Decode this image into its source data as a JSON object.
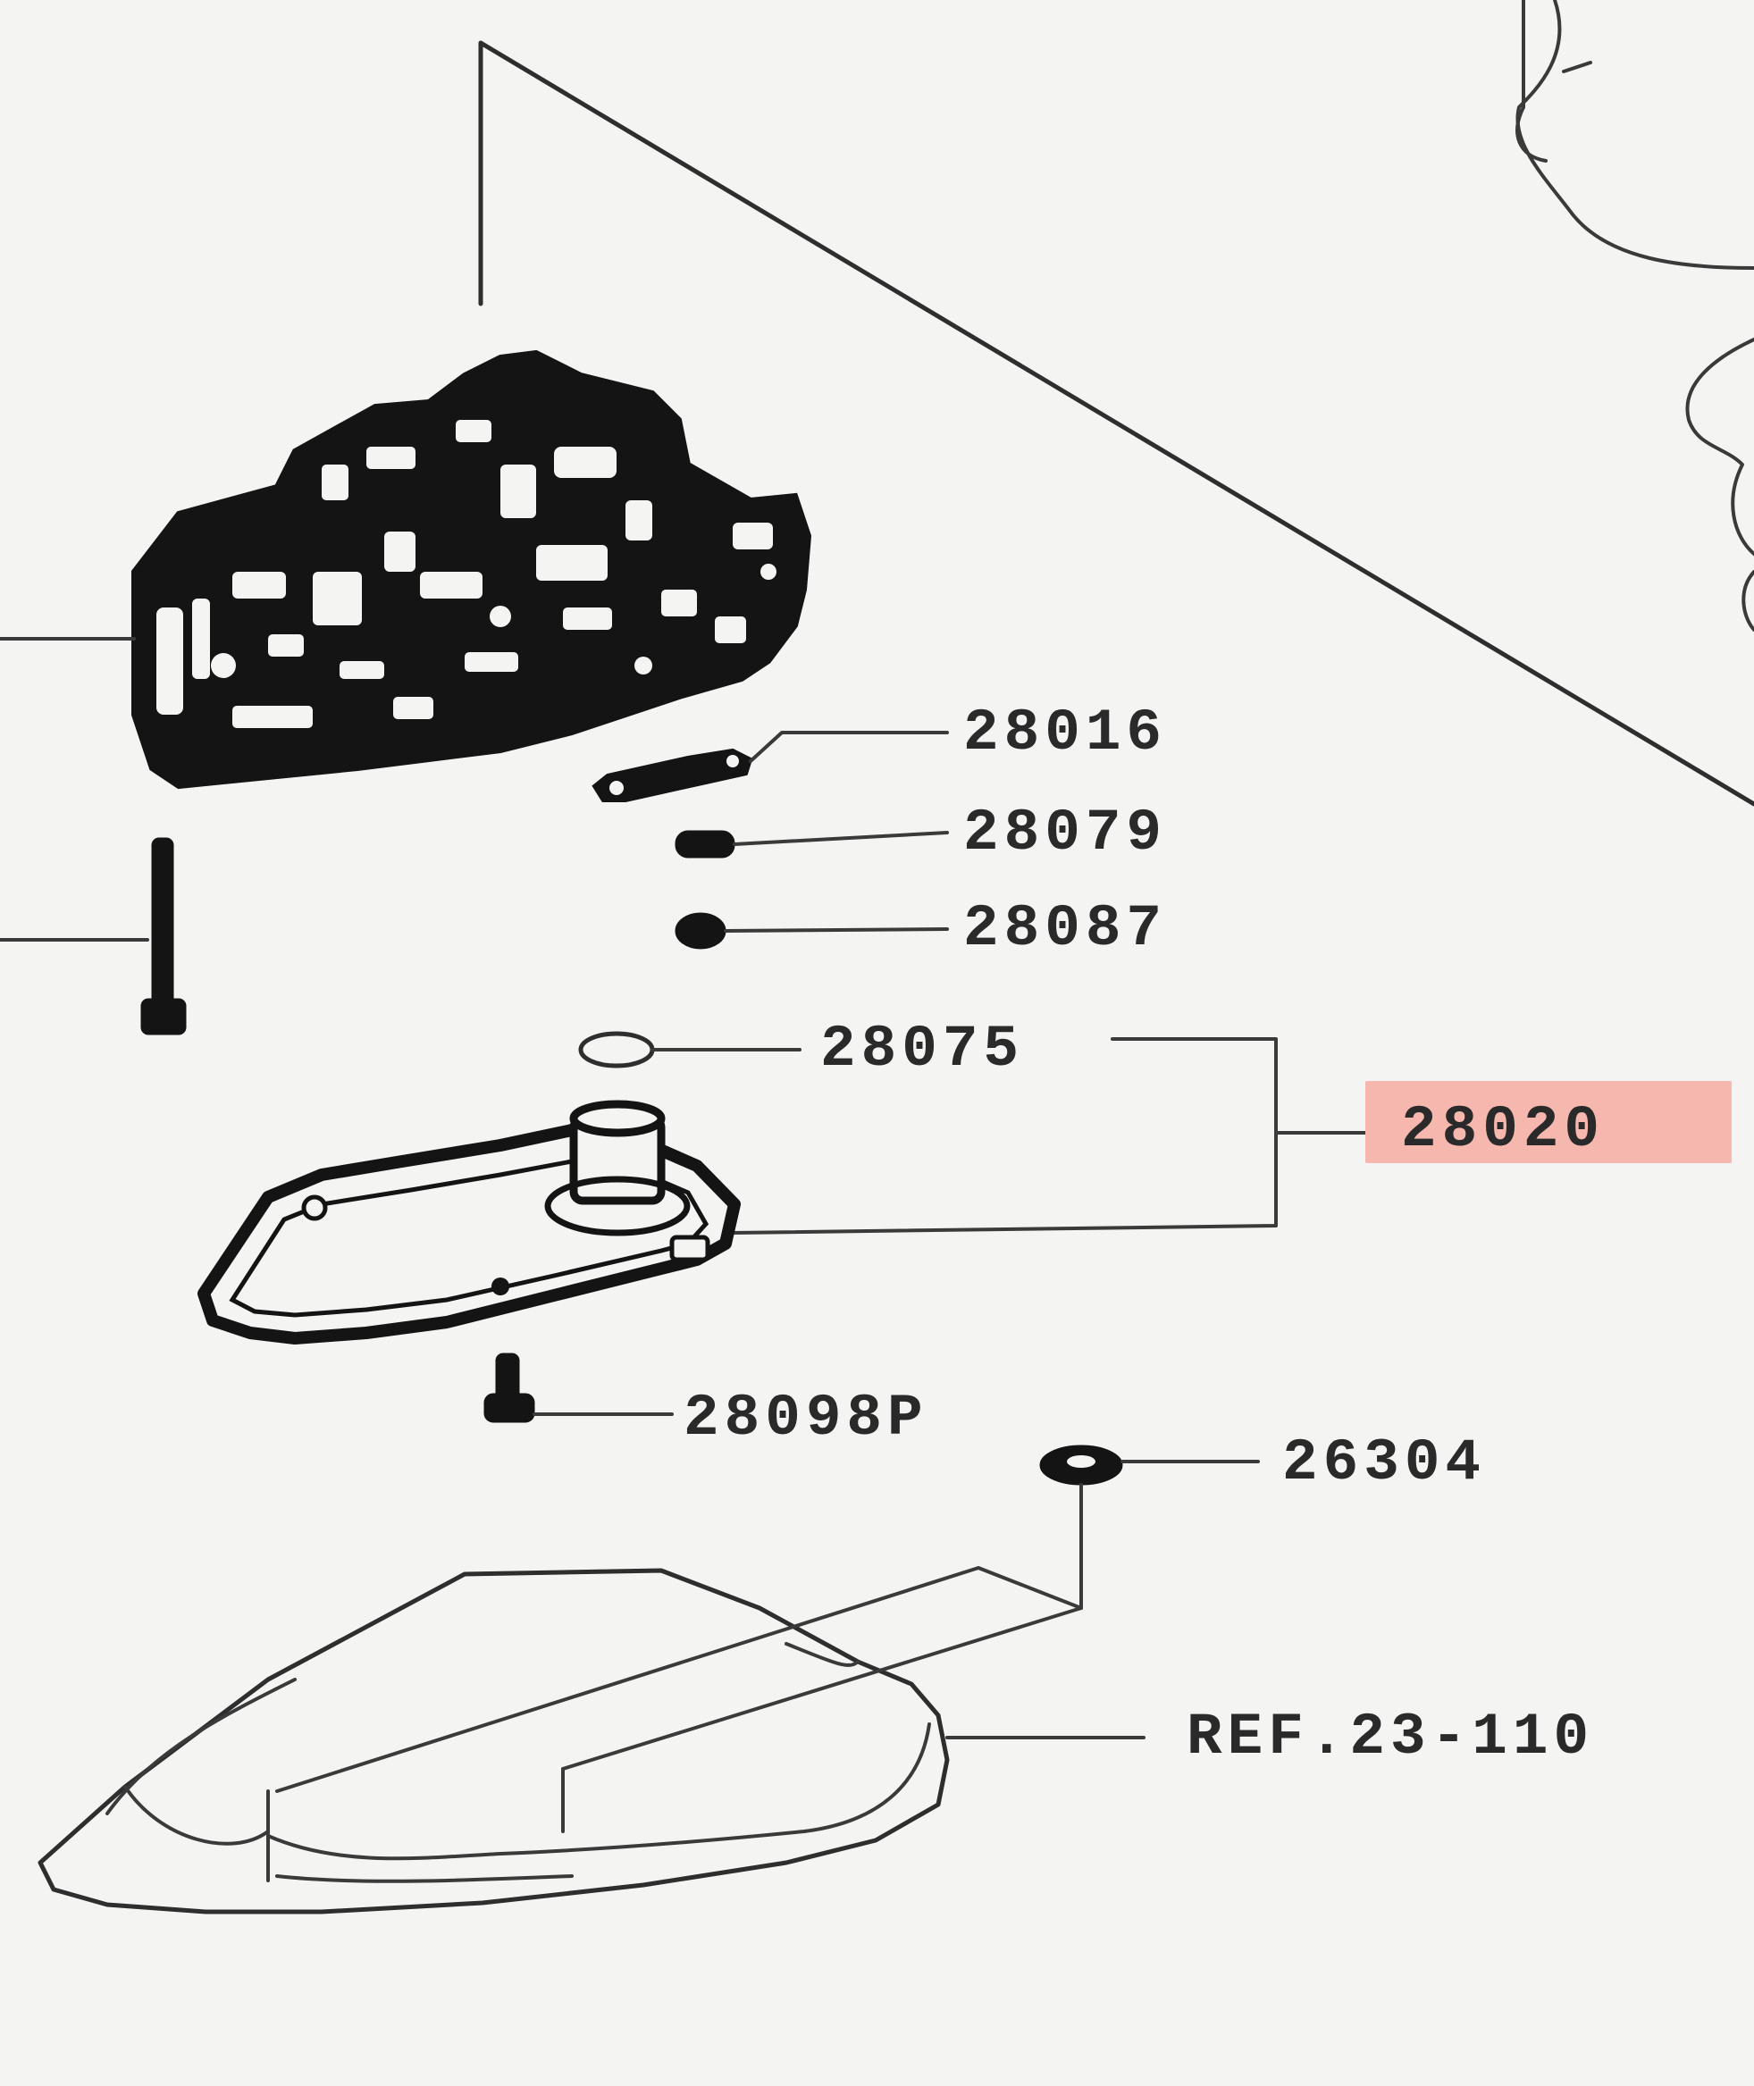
{
  "callouts": [
    {
      "id": "c1",
      "text": "28016"
    },
    {
      "id": "c2",
      "text": "28079"
    },
    {
      "id": "c3",
      "text": "28087"
    },
    {
      "id": "c4",
      "text": "28075"
    },
    {
      "id": "c5",
      "text": "28020",
      "highlighted": true
    },
    {
      "id": "c6",
      "text": "28098P"
    },
    {
      "id": "c7",
      "text": "26304"
    },
    {
      "id": "c8",
      "text": "REF.23-110"
    }
  ],
  "colors": {
    "highlight": "#f5b7ae",
    "ink": "#2a2a2a",
    "paper": "#f4f4f2"
  }
}
